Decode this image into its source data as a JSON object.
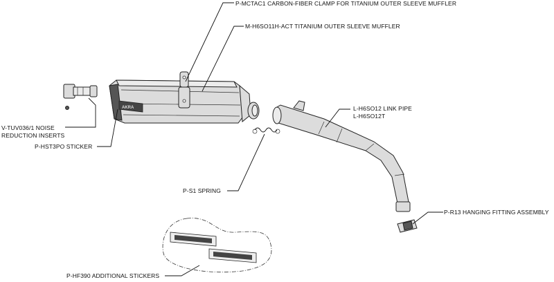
{
  "labels": {
    "clamp": "P-MCTAC1  CARBON-FIBER CLAMP FOR TITANIUM OUTER SLEEVE MUFFLER",
    "muffler": "M-H6SO11H-ACT  TITANIUM OUTER SLEEVE MUFFLER",
    "noise_line1": "V-TUV036/1  NOISE",
    "noise_line2": "REDUCTION INSERTS",
    "sticker": "P-HST3PO  STICKER",
    "link_pipe_line1": "L-H6SO12 LINK PIPE",
    "link_pipe_line2": "L-H6SO12T",
    "spring": "P-S1  SPRING",
    "hanging": "P-R13  HANGING FITTING ASSEMBLY",
    "additional_stickers": "P-HF390  ADDITIONAL STICKERS"
  },
  "colors": {
    "line": "#222222",
    "part_fill": "#dcdcdc",
    "background": "#ffffff"
  }
}
